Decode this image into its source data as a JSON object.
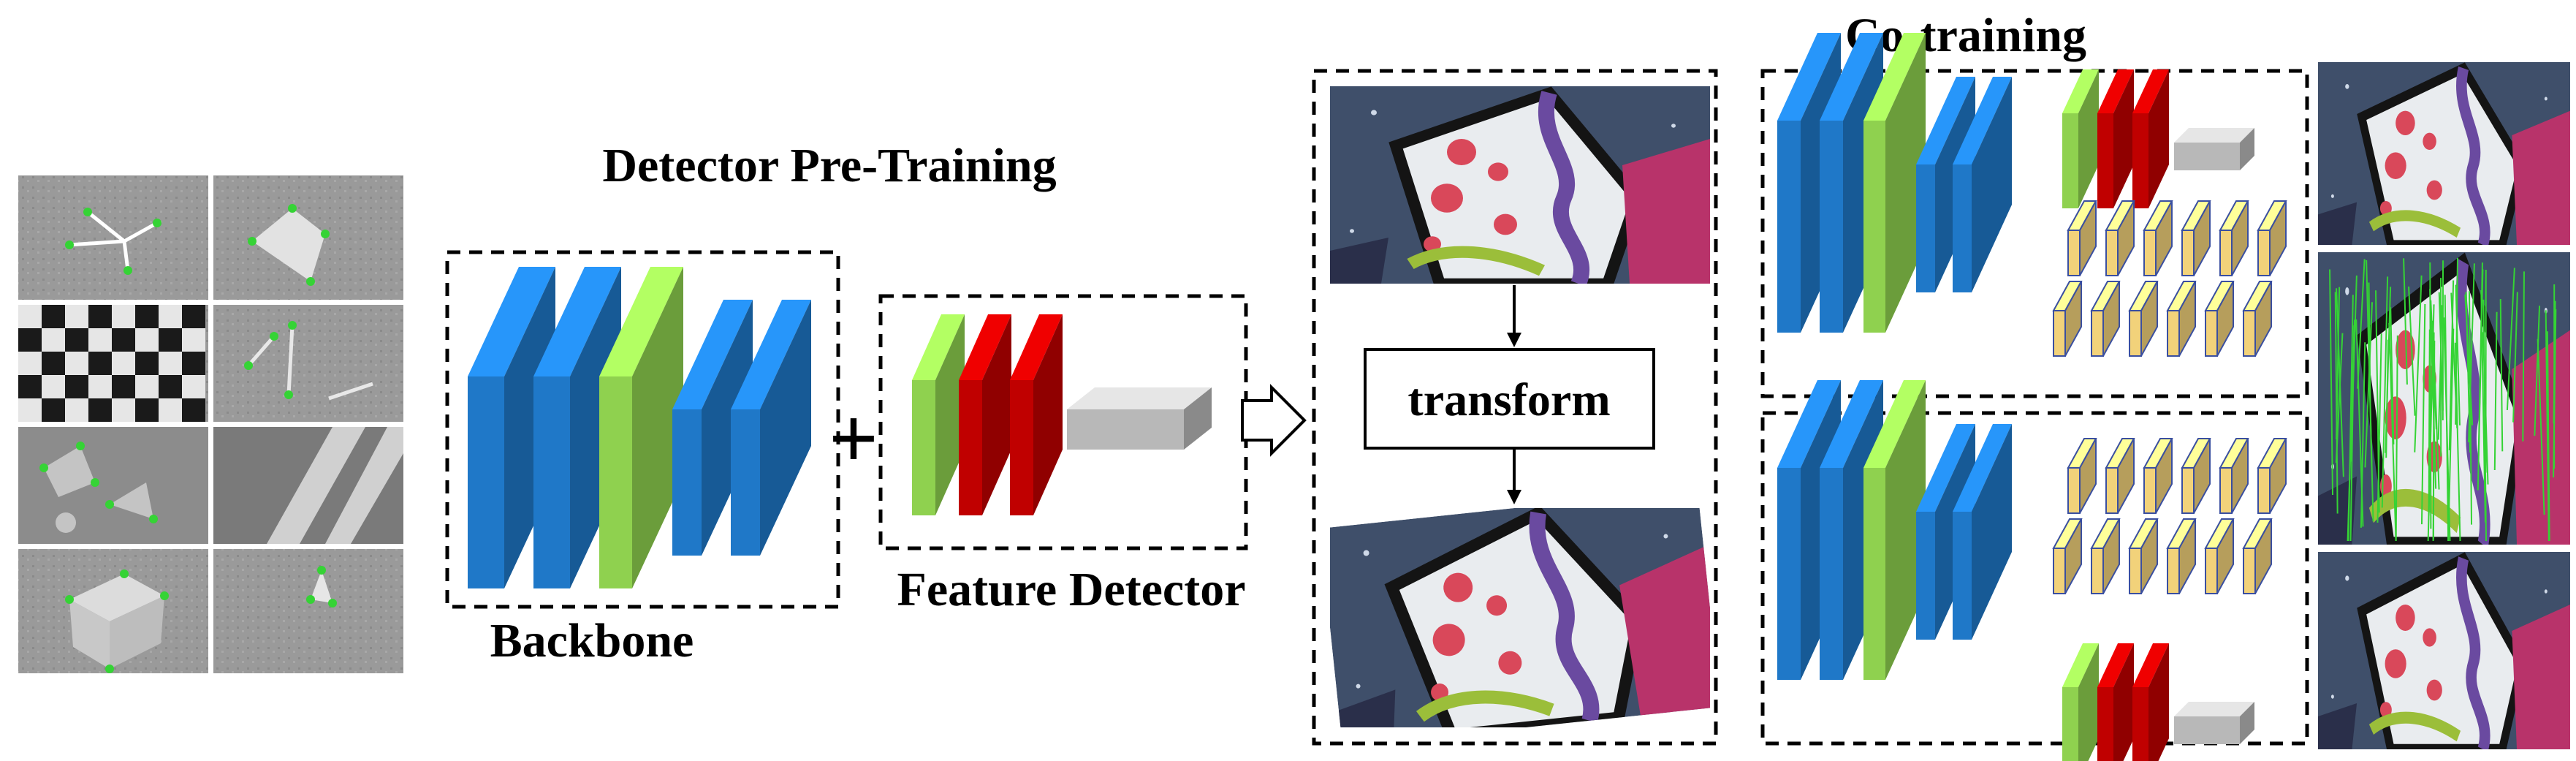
{
  "labels": {
    "pretraining_title": "Detector Pre-Training",
    "backbone": "Backbone",
    "feature_detector": "Feature Detector",
    "plus": "+",
    "transform": "transform",
    "cotraining_title": "Co-training"
  },
  "colors": {
    "blue": "#1f78c8",
    "green": "#8fd14f",
    "red": "#c00000",
    "gray": "#b8b8b8",
    "yellow": "#f2d27a",
    "keypoint_green": "#35d335",
    "sky": "#3d4f6b"
  },
  "icons": [
    "plus-icon",
    "hollow-arrow-icon",
    "down-arrow-icon"
  ],
  "panels": [
    "synthetic-shapes-grid",
    "graffiti-photo-original",
    "graffiti-photo-warped",
    "correspondence-strip"
  ]
}
